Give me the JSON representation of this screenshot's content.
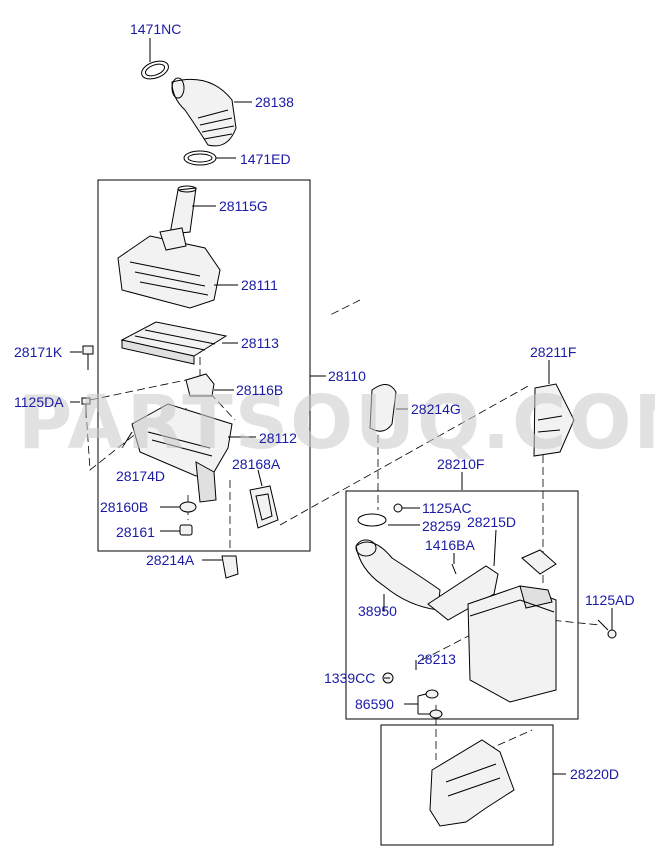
{
  "watermark": "PARTSOUQ.COM",
  "labels": {
    "p1471NC": "1471NC",
    "p28138": "28138",
    "p1471ED": "1471ED",
    "p28115G": "28115G",
    "p28111": "28111",
    "p28113": "28113",
    "p28171K": "28171K",
    "p28110": "28110",
    "p28116B": "28116B",
    "p1125DA": "1125DA",
    "p28112": "28112",
    "p28214G": "28214G",
    "p28211F": "28211F",
    "p28174D": "28174D",
    "p28168A": "28168A",
    "p28210F": "28210F",
    "p28160B": "28160B",
    "p1125AC": "1125AC",
    "p28259": "28259",
    "p28215D": "28215D",
    "p28161": "28161",
    "p1416BA": "1416BA",
    "p28214A": "28214A",
    "p1125AD": "1125AD",
    "p38950": "38950",
    "p28213": "28213",
    "p1339CC": "1339CC",
    "p86590": "86590",
    "p28220D": "28220D"
  }
}
